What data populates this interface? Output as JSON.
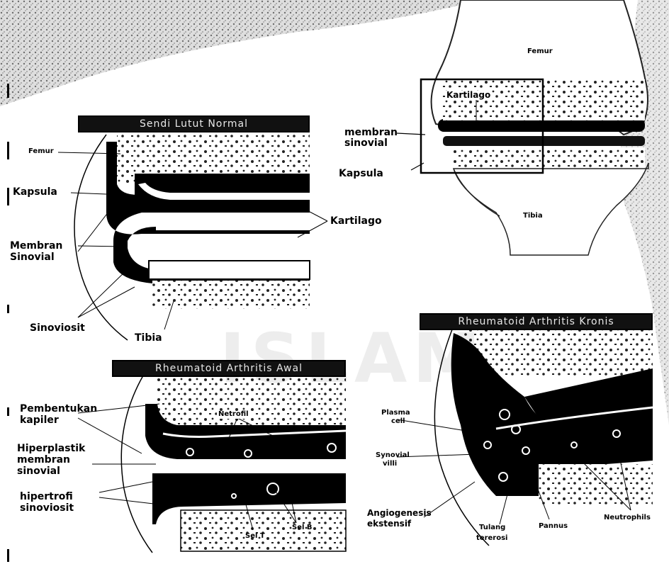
{
  "watermark": {
    "text": "ISLAM"
  },
  "overview": {
    "labels": {
      "femur": "Femur",
      "tibia": "Tibia",
      "kartilago": "Kartilago",
      "membran_sinovial_1": "membran",
      "membran_sinovial_2": "sinovial",
      "kapsula": "Kapsula"
    }
  },
  "normal_panel": {
    "title": "Sendi Lutut Normal",
    "labels": {
      "femur": "Femur",
      "kapsula": "Kapsula",
      "membran_1": "Membran",
      "membran_2": "Sinovial",
      "kartilago": "Kartilago",
      "sinoviosit": "Sinoviosit",
      "tibia": "Tibia"
    }
  },
  "early_panel": {
    "title": "Rheumatoid Arthritis Awal",
    "labels": {
      "pembentukan_1": "Pembentukan",
      "pembentukan_2": "kapiler",
      "netrofil": "Netrofil",
      "hiperplastik_1": "Hiperplastik",
      "hiperplastik_2": "membran",
      "hiperplastik_3": "sinovial",
      "hipertrofi_1": "hipertrofi",
      "hipertrofi_2": "sinoviosit",
      "sel_t": "Sel T",
      "sel_b": "Sel B"
    }
  },
  "chronic_panel": {
    "title": "Rheumatoid Arthritis Kronis",
    "labels": {
      "plasma_1": "Plasma",
      "plasma_2": "cell",
      "synovial_1": "Synovial",
      "synovial_2": "villi",
      "angio_1": "Angiogenesis",
      "angio_2": "ekstensif",
      "tulang_1": "Tulang",
      "tulang_2": "tererosi",
      "pannus": "Pannus",
      "neutrophils": "Neutrophils"
    }
  }
}
